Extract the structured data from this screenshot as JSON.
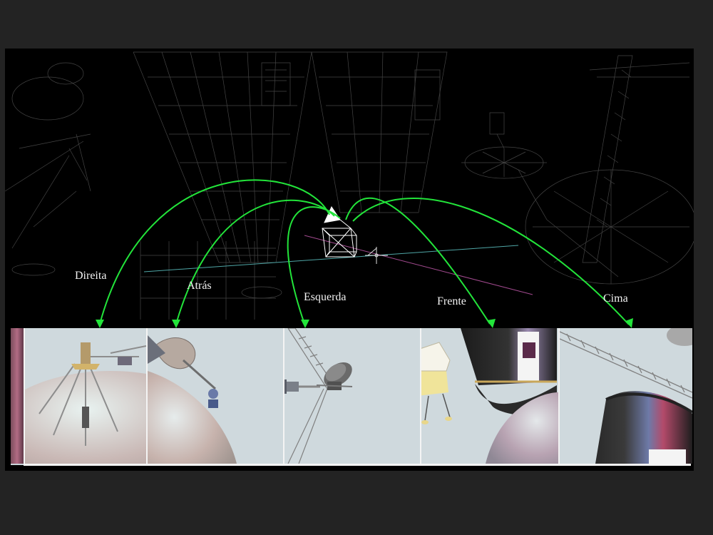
{
  "labels": {
    "direita": "Direita",
    "atras": "Atrás",
    "esquerda": "Esquerda",
    "frente": "Frente",
    "cima": "Cima"
  },
  "colors": {
    "background": "#232323",
    "viewport": "#000000",
    "arrow": "#22e43a",
    "wireframe": "#8a8a8a",
    "panel_sky": "#cfd9dd",
    "label": "#f2f2f2"
  },
  "icons": [
    "camera-cube-icon",
    "crosshair-icon",
    "arrow-icon"
  ]
}
